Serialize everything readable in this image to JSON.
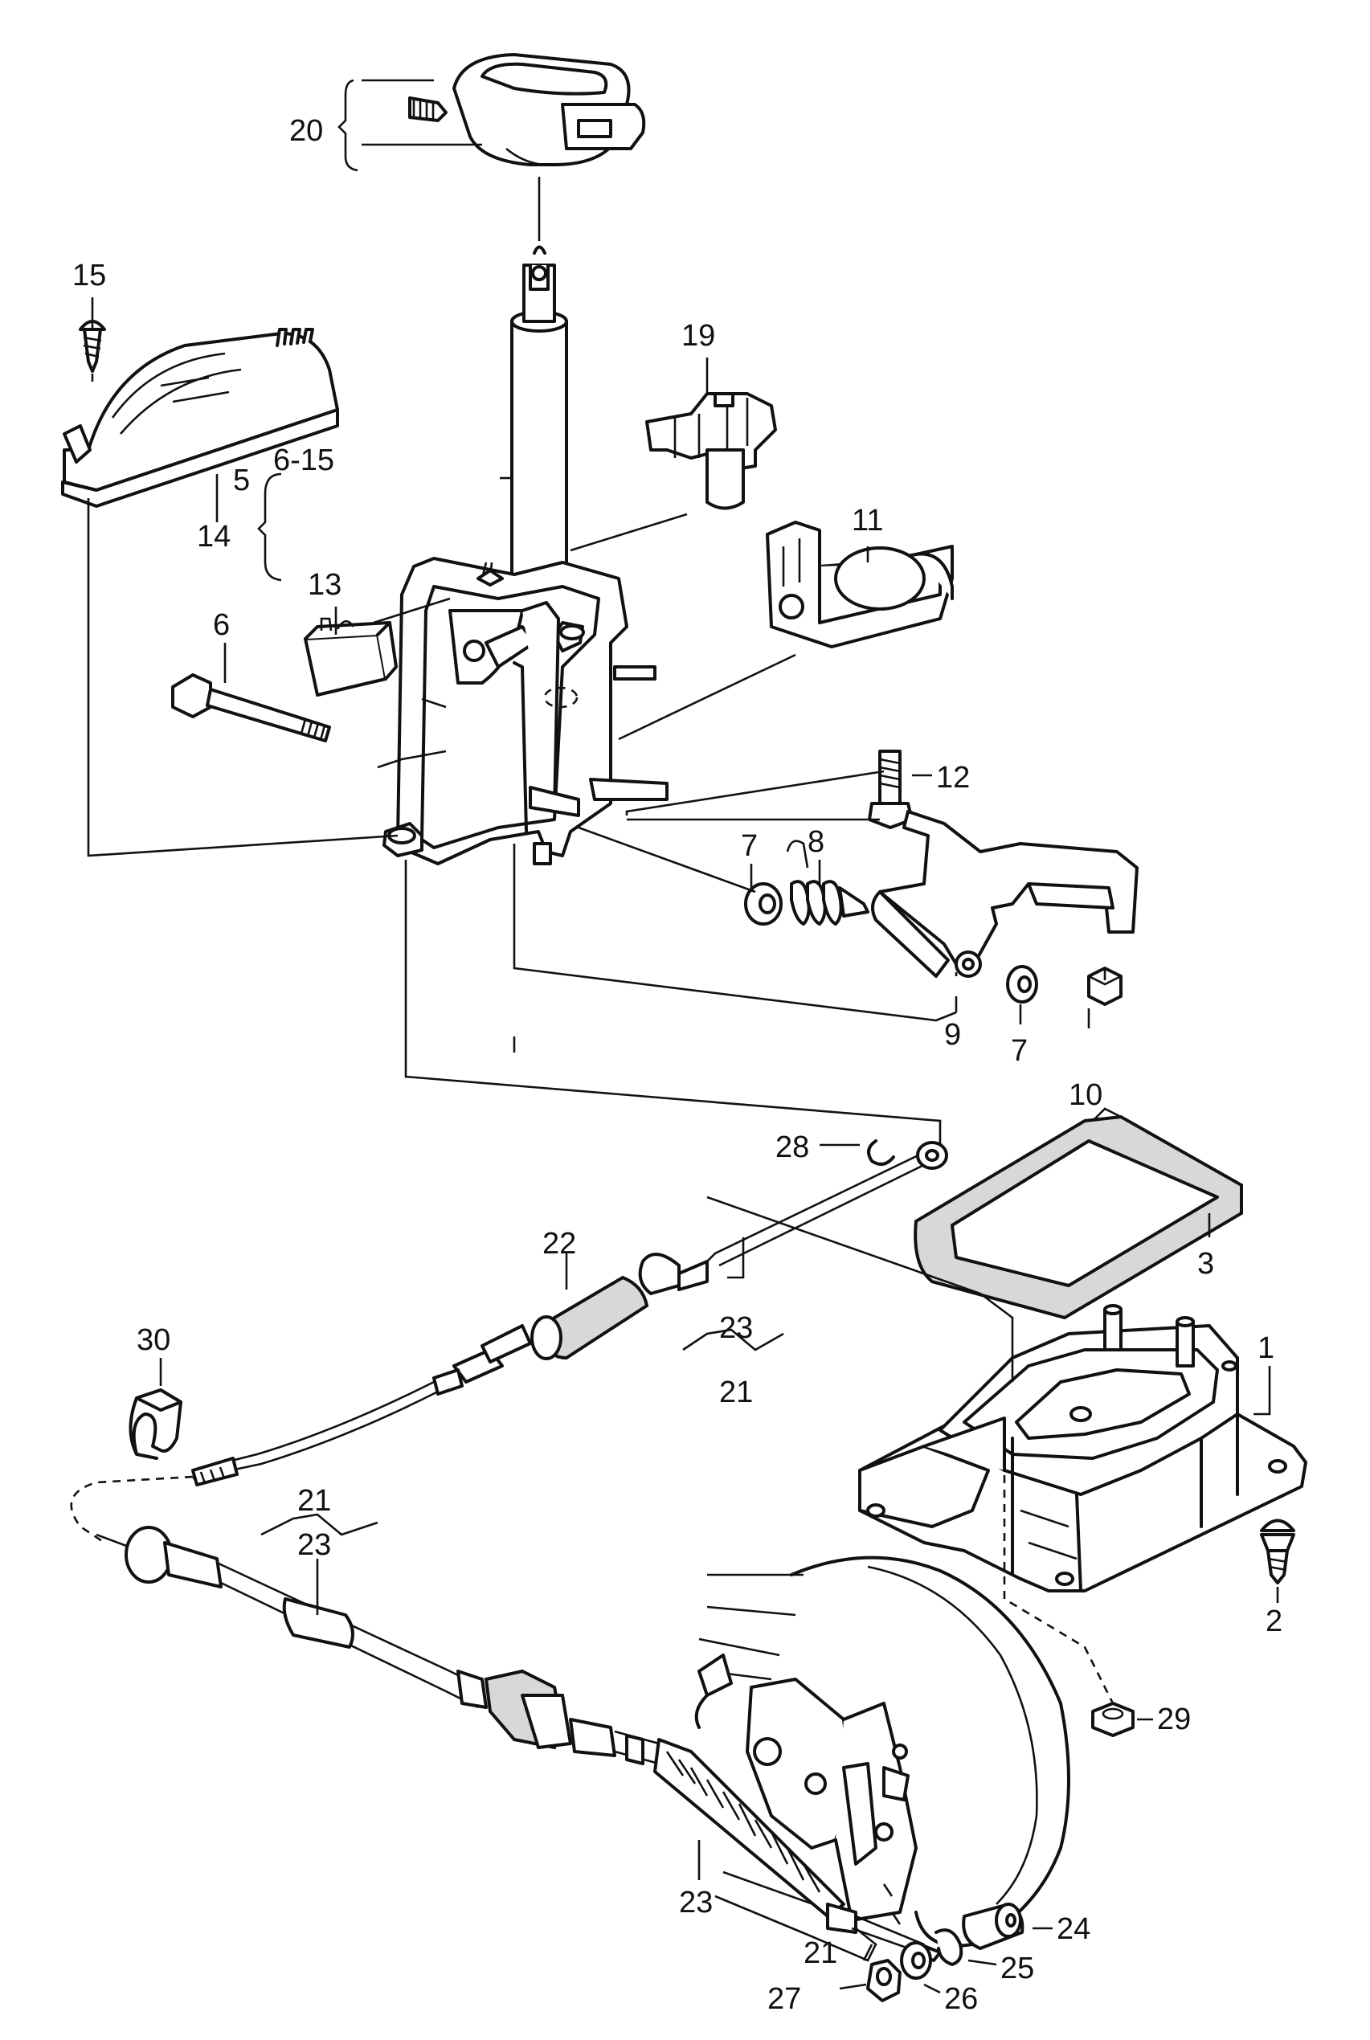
{
  "labels": {
    "l1": "1",
    "l2": "2",
    "l3": "3",
    "l5": "5",
    "l6_15": "6-15",
    "l6": "6",
    "l7a": "7",
    "l7b": "7",
    "l8": "8",
    "l9": "9",
    "l10": "10",
    "l11": "11",
    "l12": "12",
    "l13": "13",
    "l14": "14",
    "l15": "15",
    "l19": "19",
    "l20": "20",
    "l21a": "21",
    "l21b": "21",
    "l21c": "21",
    "l22": "22",
    "l23a": "23",
    "l23b": "23",
    "l23c": "23",
    "l24": "24",
    "l25": "25",
    "l26": "26",
    "l27": "27",
    "l28": "28",
    "l29": "29",
    "l30": "30"
  }
}
